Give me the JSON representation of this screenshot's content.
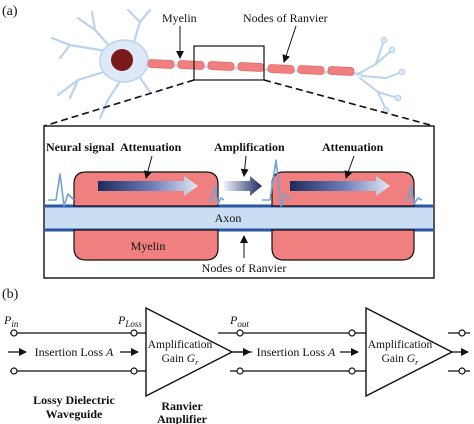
{
  "panel_a": {
    "label": "(a)",
    "myelin_label": "Myelin",
    "nodes_label": "Nodes of Ranvier",
    "neural_signal": "Neural signal",
    "attenuation_left": "Attenuation",
    "amplification": "Amplification",
    "attenuation_right": "Attenuation",
    "axon": "Axon",
    "myelin_bottom": "Myelin",
    "nodes_bottom": "Nodes of Ranvier"
  },
  "panel_b": {
    "label": "(b)",
    "p_in": "P",
    "p_in_sub": "in",
    "p_loss": "P",
    "p_loss_sub": "Loss",
    "p_out": "P",
    "p_out_sub": "out",
    "insertion_loss_1": "Insertion Loss",
    "insertion_loss_1_var": "A",
    "insertion_loss_2": "Insertion Loss",
    "insertion_loss_2_var": "A",
    "amp1_line1": "Amplification",
    "amp1_line2": "Gain",
    "amp1_var": "G",
    "amp1_sub": "r",
    "amp2_line1": "Amplification",
    "amp2_line2": "Gain",
    "amp2_var": "G",
    "amp2_sub": "r",
    "lossy_line1": "Lossy Dielectric",
    "lossy_line2": "Waveguide",
    "ranvier_line1": "Ranvier",
    "ranvier_line2": "Amplifier"
  },
  "colors": {
    "myelin": "#f08080",
    "axon": "#c9ddf3",
    "axon_edge": "#2b56a6",
    "soma": "#7b1818",
    "dendrite": "#b9d3ee"
  }
}
